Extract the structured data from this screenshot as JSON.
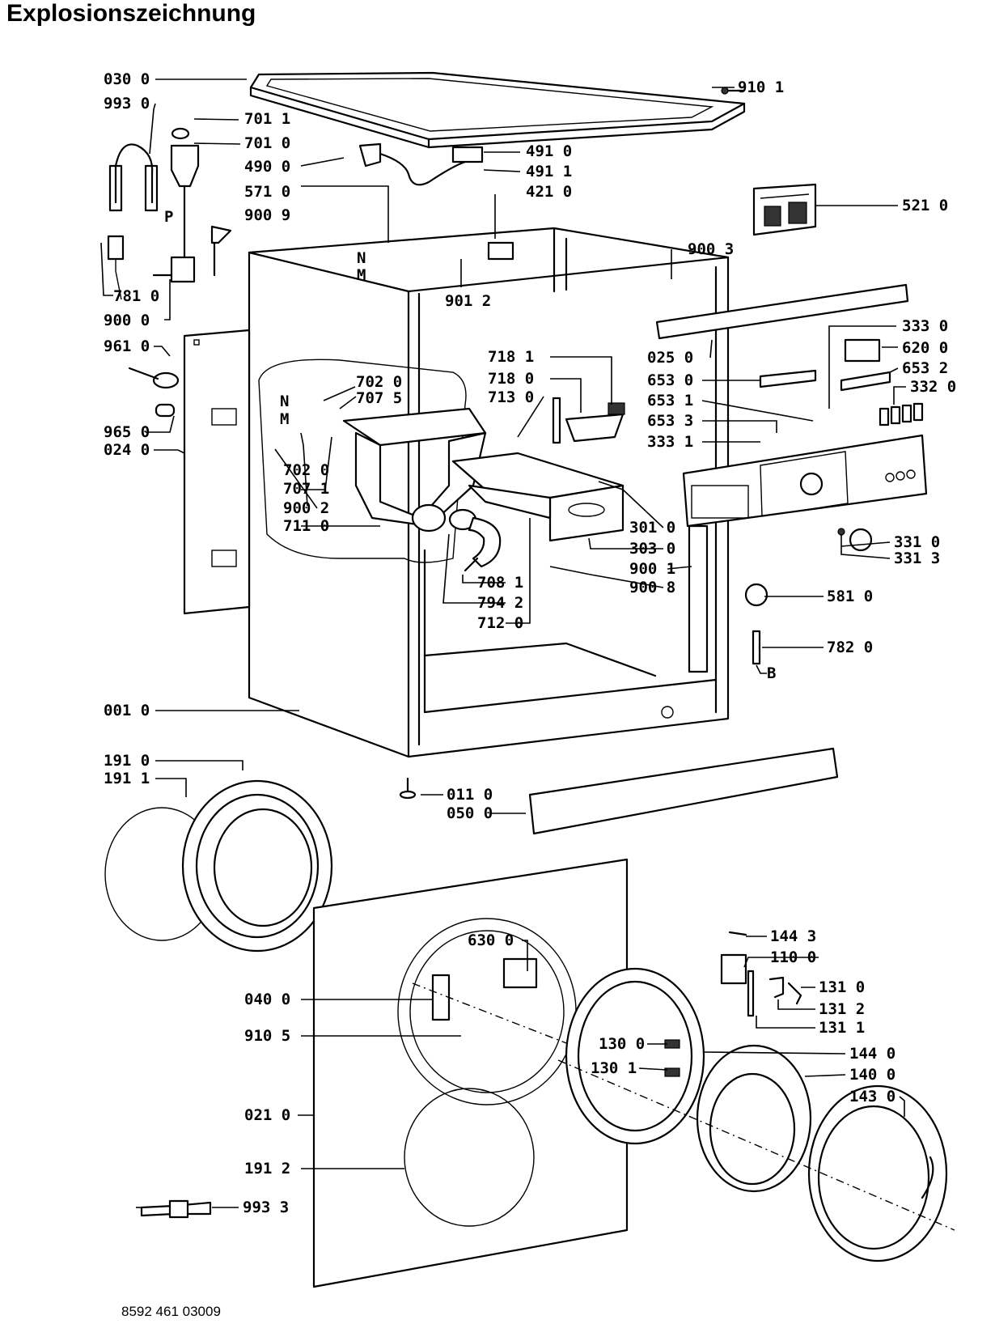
{
  "page": {
    "title": "Explosionszeichnung",
    "drawing_number": "8592 461 03009"
  },
  "callouts": [
    {
      "id": "030-0",
      "text": "030  0"
    },
    {
      "id": "993-0",
      "text": "993  0"
    },
    {
      "id": "701-1",
      "text": "701  1"
    },
    {
      "id": "701-0",
      "text": "701  0"
    },
    {
      "id": "490-0",
      "text": "490  0"
    },
    {
      "id": "491-0",
      "text": "491  0"
    },
    {
      "id": "491-1",
      "text": "491  1"
    },
    {
      "id": "910-1",
      "text": "910  1"
    },
    {
      "id": "571-0",
      "text": "571  0"
    },
    {
      "id": "421-0",
      "text": "421  0"
    },
    {
      "id": "521-0",
      "text": "521  0"
    },
    {
      "id": "900-9",
      "text": "900  9"
    },
    {
      "id": "900-3",
      "text": "900  3"
    },
    {
      "id": "901-2",
      "text": "901  2"
    },
    {
      "id": "781-0",
      "text": "781  0"
    },
    {
      "id": "900-0",
      "text": "900  0"
    },
    {
      "id": "961-0",
      "text": "961  0"
    },
    {
      "id": "025-0",
      "text": "025  0"
    },
    {
      "id": "333-0",
      "text": "333  0"
    },
    {
      "id": "620-0",
      "text": "620  0"
    },
    {
      "id": "718-1",
      "text": "718  1"
    },
    {
      "id": "718-0",
      "text": "718  0"
    },
    {
      "id": "713-0",
      "text": "713  0"
    },
    {
      "id": "702-0a",
      "text": "702  0"
    },
    {
      "id": "707-5",
      "text": "707  5"
    },
    {
      "id": "653-0",
      "text": "653  0"
    },
    {
      "id": "653-2",
      "text": "653  2"
    },
    {
      "id": "653-1",
      "text": "653  1"
    },
    {
      "id": "332-0",
      "text": "332  0"
    },
    {
      "id": "653-3",
      "text": "653  3"
    },
    {
      "id": "333-1",
      "text": "333  1"
    },
    {
      "id": "965-0",
      "text": "965  0"
    },
    {
      "id": "024-0",
      "text": "024  0"
    },
    {
      "id": "702-0b",
      "text": "702  0"
    },
    {
      "id": "707-1",
      "text": "707  1"
    },
    {
      "id": "900-2",
      "text": "900  2"
    },
    {
      "id": "711-0",
      "text": "711  0"
    },
    {
      "id": "301-0",
      "text": "301  0"
    },
    {
      "id": "303-0",
      "text": "303  0"
    },
    {
      "id": "331-0",
      "text": "331  0"
    },
    {
      "id": "331-3",
      "text": "331  3"
    },
    {
      "id": "900-1",
      "text": "900  1"
    },
    {
      "id": "900-8",
      "text": "900  8"
    },
    {
      "id": "708-1",
      "text": "708  1"
    },
    {
      "id": "794-2",
      "text": "794  2"
    },
    {
      "id": "712-0",
      "text": "712  0"
    },
    {
      "id": "581-0",
      "text": "581  0"
    },
    {
      "id": "782-0",
      "text": "782  0"
    },
    {
      "id": "001-0",
      "text": "001  0"
    },
    {
      "id": "191-0",
      "text": "191  0"
    },
    {
      "id": "191-1",
      "text": "191  1"
    },
    {
      "id": "011-0",
      "text": "011  0"
    },
    {
      "id": "050-0",
      "text": "050  0"
    },
    {
      "id": "630-0",
      "text": "630  0"
    },
    {
      "id": "144-3",
      "text": "144  3"
    },
    {
      "id": "110-0",
      "text": "110  0"
    },
    {
      "id": "040-0",
      "text": "040  0"
    },
    {
      "id": "131-0",
      "text": "131  0"
    },
    {
      "id": "131-2",
      "text": "131  2"
    },
    {
      "id": "131-1",
      "text": "131  1"
    },
    {
      "id": "910-5",
      "text": "910  5"
    },
    {
      "id": "130-0",
      "text": "130  0"
    },
    {
      "id": "130-1",
      "text": "130  1"
    },
    {
      "id": "144-0",
      "text": "144  0"
    },
    {
      "id": "140-0",
      "text": "140  0"
    },
    {
      "id": "143-0",
      "text": "143  0"
    },
    {
      "id": "021-0",
      "text": "021  0"
    },
    {
      "id": "191-2",
      "text": "191  2"
    },
    {
      "id": "993-3",
      "text": "993  3"
    }
  ],
  "markers": [
    {
      "id": "P",
      "text": "P"
    },
    {
      "id": "N1",
      "text": "N"
    },
    {
      "id": "M1",
      "text": "M"
    },
    {
      "id": "N2",
      "text": "N"
    },
    {
      "id": "M2",
      "text": "M"
    },
    {
      "id": "B",
      "text": "B"
    }
  ]
}
